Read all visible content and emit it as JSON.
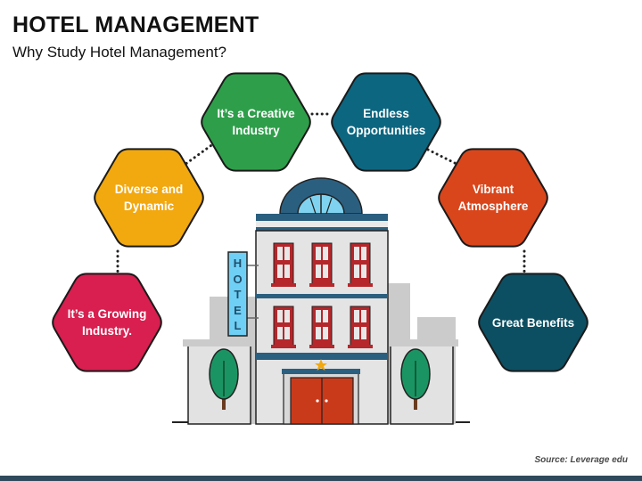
{
  "header": {
    "title": "HOTEL MANAGEMENT",
    "subtitle": "Why Study Hotel Management?"
  },
  "hexagons": [
    {
      "id": "growing",
      "label": "It’s a Growing Industry.",
      "color": "#d81f4f"
    },
    {
      "id": "diverse",
      "label": "Diverse and Dynamic",
      "color": "#f2a80f"
    },
    {
      "id": "creative",
      "label": "It’s a Creative Industry",
      "color": "#2e9e4a"
    },
    {
      "id": "endless",
      "label": "Endless Opportunities",
      "color": "#0c6680"
    },
    {
      "id": "vibrant",
      "label": "Vibrant Atmosphere",
      "color": "#d9461c"
    },
    {
      "id": "benefits",
      "label": "Great Benefits",
      "color": "#0c4f62"
    }
  ],
  "sign": {
    "letters": [
      "H",
      "O",
      "T",
      "E",
      "L"
    ],
    "color": "#6fcff5"
  },
  "colors": {
    "building": "#e4e4e4",
    "trim": "#2b5f80",
    "window": "#b5272b",
    "door": "#c93a1b",
    "tree": "#1b9463",
    "background_building": "#cbcbcb"
  },
  "footer": {
    "source": "Source: Leverage edu"
  }
}
